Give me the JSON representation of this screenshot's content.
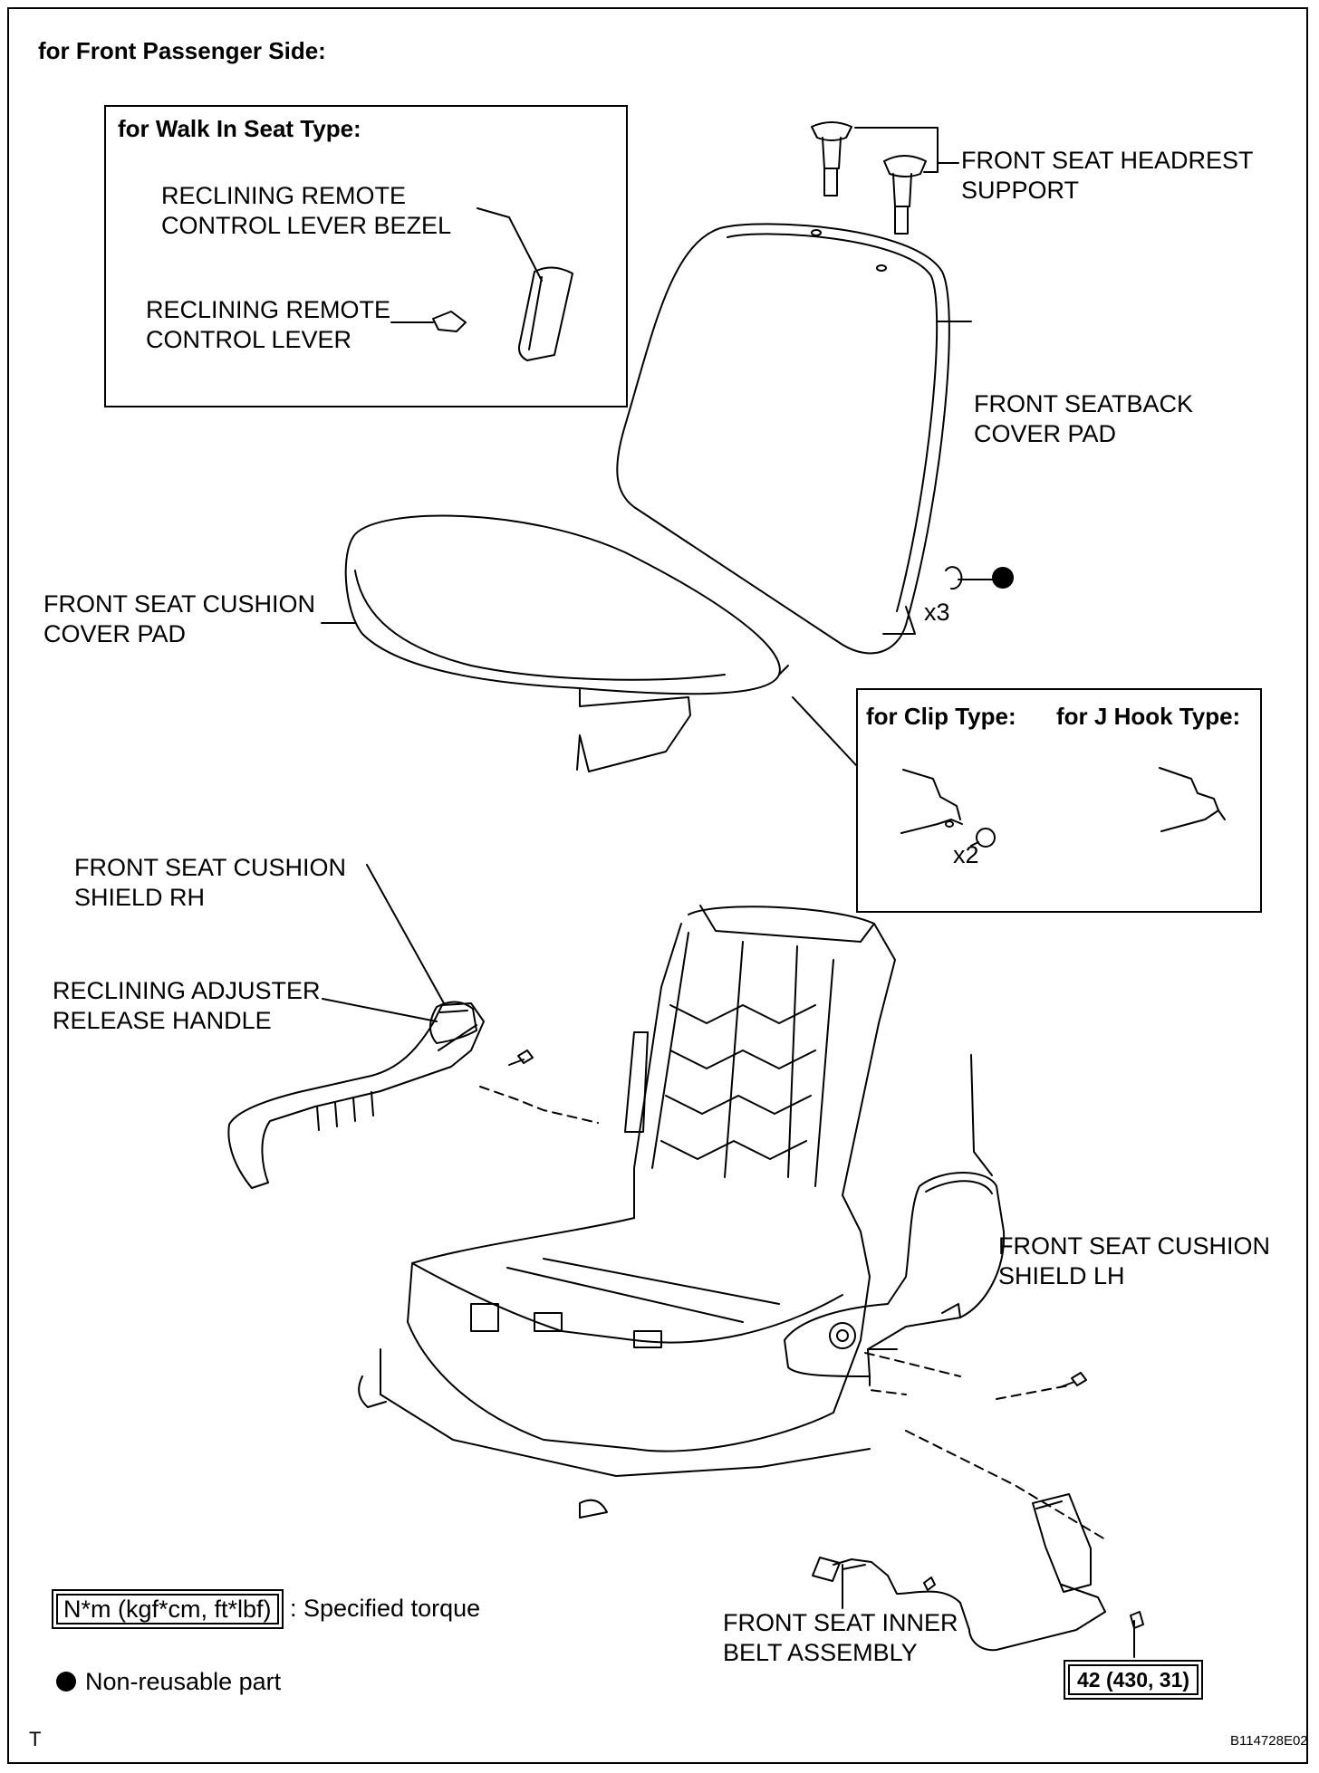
{
  "header": {
    "title": "for Front Passenger Side:"
  },
  "walkin": {
    "title": "for Walk In Seat Type:",
    "bezel": [
      "RECLINING REMOTE",
      "CONTROL LEVER BEZEL"
    ],
    "lever": [
      "RECLINING REMOTE",
      "CONTROL LEVER"
    ]
  },
  "parts": {
    "headrest": [
      "FRONT SEAT HEADREST",
      "SUPPORT"
    ],
    "seatback": [
      "FRONT SEATBACK",
      "COVER PAD"
    ],
    "cushion": [
      "FRONT SEAT CUSHION",
      "COVER PAD"
    ],
    "shield_rh": [
      "FRONT SEAT CUSHION",
      "SHIELD RH"
    ],
    "release": [
      "RECLINING ADJUSTER",
      "RELEASE HANDLE"
    ],
    "shield_lh": [
      "FRONT SEAT CUSHION",
      "SHIELD LH"
    ],
    "belt": [
      "FRONT SEAT INNER",
      "BELT ASSEMBLY"
    ],
    "qty_hogring": "x3",
    "qty_clip": "x2"
  },
  "detail": {
    "clip": "for Clip Type:",
    "jhook": "for J Hook Type:"
  },
  "torque": {
    "value": "42 (430, 31)"
  },
  "legend": {
    "torque_box": "N*m (kgf*cm, ft*lbf)",
    "torque_text": ": Specified torque",
    "nonreusable": "Non-reusable part"
  },
  "footer": {
    "left": "T",
    "code": "B114728E02"
  }
}
